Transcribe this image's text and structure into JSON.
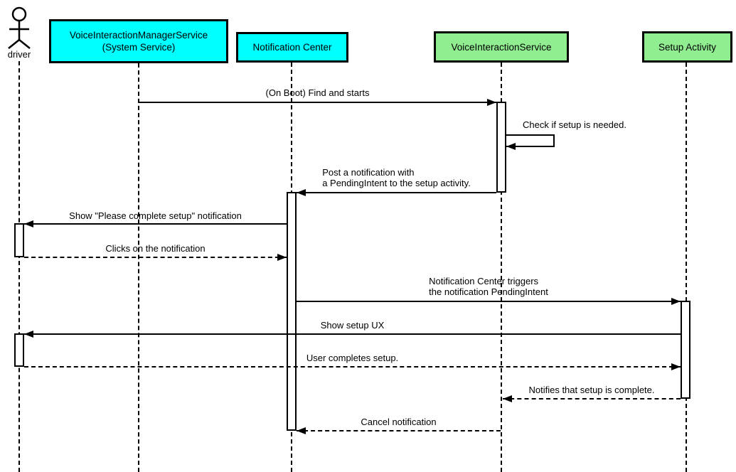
{
  "diagram": {
    "type": "uml-sequence",
    "actor": {
      "label": "driver"
    },
    "participants": [
      {
        "id": "vims",
        "line1": "VoiceInteractionManagerService",
        "line2": "(System Service)",
        "fill": "#00FFFF"
      },
      {
        "id": "nc",
        "line1": "Notification Center",
        "fill": "#00FFFF"
      },
      {
        "id": "vis",
        "line1": "VoiceInteractionService",
        "fill": "#90EE90"
      },
      {
        "id": "setup",
        "line1": "Setup Activity",
        "fill": "#90EE90"
      }
    ],
    "messages": [
      {
        "n": 1,
        "from": "VoiceInteractionManagerService (System Service)",
        "to": "VoiceInteractionService",
        "style": "solid",
        "text": "(On Boot) Find and starts"
      },
      {
        "n": 2,
        "from": "VoiceInteractionService",
        "to": "VoiceInteractionService",
        "style": "solid",
        "self": true,
        "text": "Check if setup is needed."
      },
      {
        "n": 3,
        "from": "VoiceInteractionService",
        "to": "Notification Center",
        "style": "solid",
        "line1": "Post a notification with",
        "line2": "a PendingIntent to the setup activity."
      },
      {
        "n": 4,
        "from": "Notification Center",
        "to": "driver",
        "style": "solid",
        "text": "Show \"Please complete setup\" notification"
      },
      {
        "n": 5,
        "from": "driver",
        "to": "Notification Center",
        "style": "dashed",
        "text": "Clicks on the notification"
      },
      {
        "n": 6,
        "from": "Notification Center",
        "to": "Setup Activity",
        "style": "solid",
        "line1": "Notification Center triggers",
        "line2": "the notification PendingIntent"
      },
      {
        "n": 7,
        "from": "Setup Activity",
        "to": "driver",
        "style": "solid",
        "text": "Show setup UX"
      },
      {
        "n": 8,
        "from": "driver",
        "to": "Setup Activity",
        "style": "dashed",
        "text": "User completes setup."
      },
      {
        "n": 9,
        "from": "Setup Activity",
        "to": "VoiceInteractionService",
        "style": "dashed",
        "text": "Notifies that setup is complete."
      },
      {
        "n": 10,
        "from": "VoiceInteractionService",
        "to": "Notification Center",
        "style": "dashed",
        "text": "Cancel notification"
      }
    ],
    "colors": {
      "cyan": "#00FFFF",
      "green": "#90EE90",
      "line": "#000000",
      "background": "#FFFFFF"
    }
  }
}
